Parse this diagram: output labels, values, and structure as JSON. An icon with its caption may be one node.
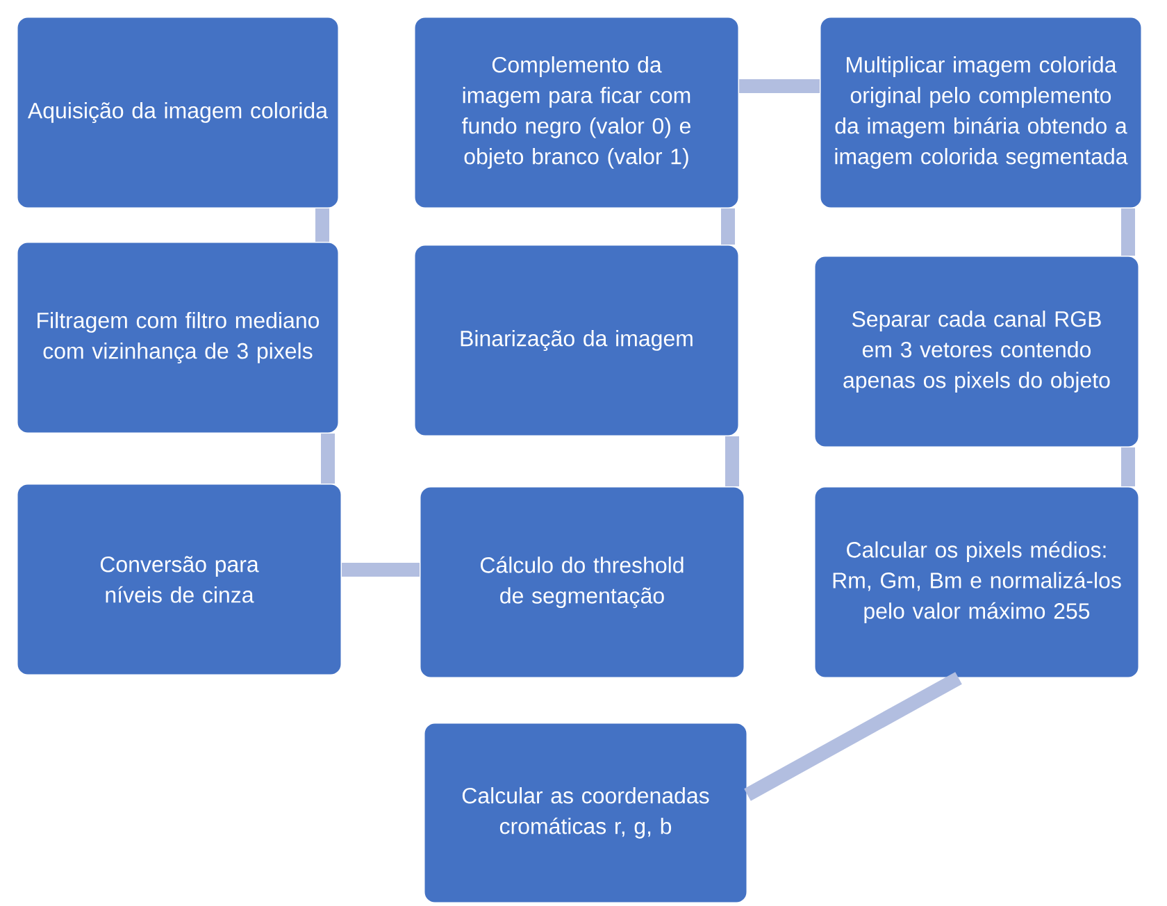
{
  "diagram": {
    "nodes": [
      {
        "text": [
          "Aquisição da imagem colorida"
        ]
      },
      {
        "text": [
          "Filtragem com filtro mediano com vizinhança de 3 pixels"
        ]
      },
      {
        "text": [
          "Conversão para níveis de cinza"
        ]
      },
      {
        "text": [
          "Cálculo do threshold de segmentação"
        ]
      },
      {
        "text": [
          "Binarização da imagem"
        ]
      },
      {
        "text": [
          "Complemento da imagem para ficar com fundo negro (valor 0) e objeto branco (valor 1)"
        ]
      },
      {
        "text": [
          "Multiplicar imagem colorida original pelo complemento da imagem binária obtendo a imagem colorida segmentada"
        ]
      },
      {
        "text": [
          "Separar cada canal RGB em 3 vetores contendo apenas os pixels do objeto"
        ]
      },
      {
        "text": [
          "Calcular os pixels médios: Rm, Gm, Bm e normalizá-los pelo valor máximo 255"
        ]
      },
      {
        "text": [
          "Calcular as coordenadas cromáticas r, g, b"
        ]
      }
    ],
    "edges": [
      {
        "from": 0,
        "to": 1,
        "arrow": "none"
      },
      {
        "from": 1,
        "to": 2,
        "arrow": "none"
      },
      {
        "from": 2,
        "to": 3,
        "arrow": "none"
      },
      {
        "from": 3,
        "to": 4,
        "arrow": "none"
      },
      {
        "from": 4,
        "to": 5,
        "arrow": "none"
      },
      {
        "from": 5,
        "to": 6,
        "arrow": "none"
      },
      {
        "from": 6,
        "to": 7,
        "arrow": "none"
      },
      {
        "from": 7,
        "to": 8,
        "arrow": "none"
      },
      {
        "from": 8,
        "to": 9,
        "arrow": "none"
      }
    ]
  }
}
